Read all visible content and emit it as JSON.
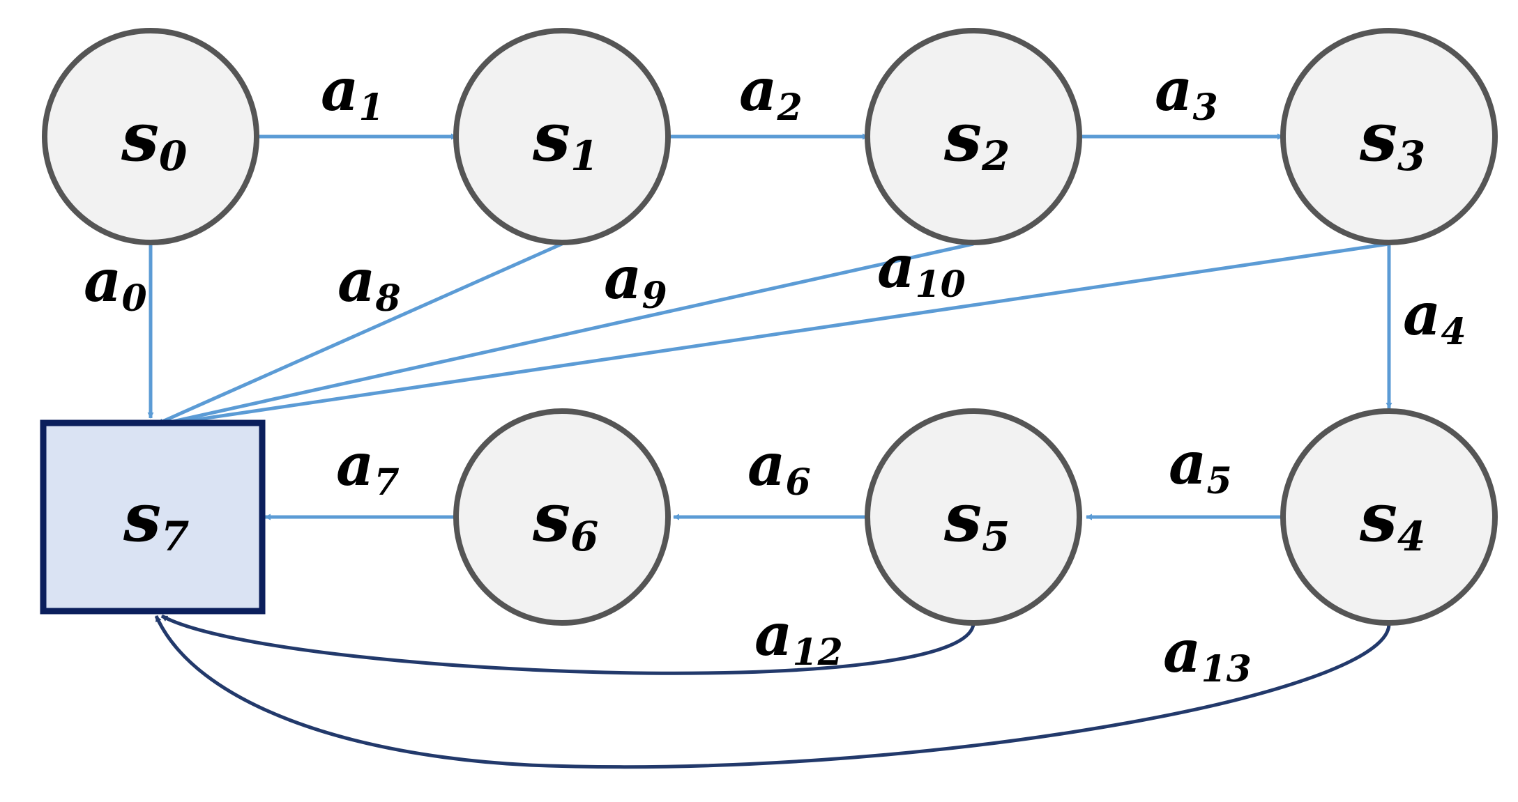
{
  "colors": {
    "edge_straight": "#5b9bd5",
    "edge_curved": "#22396b",
    "node_fill": "#f2f2f2",
    "node_stroke": "#555555",
    "terminal_fill": "#dae3f3",
    "terminal_stroke": "#0b1f5c",
    "text": "#000000"
  },
  "nodes": [
    {
      "id": "s0",
      "letter": "s",
      "sub": "0",
      "shape": "circle"
    },
    {
      "id": "s1",
      "letter": "s",
      "sub": "1",
      "shape": "circle"
    },
    {
      "id": "s2",
      "letter": "s",
      "sub": "2",
      "shape": "circle"
    },
    {
      "id": "s3",
      "letter": "s",
      "sub": "3",
      "shape": "circle"
    },
    {
      "id": "s4",
      "letter": "s",
      "sub": "4",
      "shape": "circle"
    },
    {
      "id": "s5",
      "letter": "s",
      "sub": "5",
      "shape": "circle"
    },
    {
      "id": "s6",
      "letter": "s",
      "sub": "6",
      "shape": "circle"
    },
    {
      "id": "s7",
      "letter": "s",
      "sub": "7",
      "shape": "square"
    }
  ],
  "edges": [
    {
      "id": "a0",
      "from": "s0",
      "to": "s7",
      "letter": "a",
      "sub": "0"
    },
    {
      "id": "a1",
      "from": "s0",
      "to": "s1",
      "letter": "a",
      "sub": "1"
    },
    {
      "id": "a2",
      "from": "s1",
      "to": "s2",
      "letter": "a",
      "sub": "2"
    },
    {
      "id": "a3",
      "from": "s2",
      "to": "s3",
      "letter": "a",
      "sub": "3"
    },
    {
      "id": "a4",
      "from": "s3",
      "to": "s4",
      "letter": "a",
      "sub": "4"
    },
    {
      "id": "a5",
      "from": "s4",
      "to": "s5",
      "letter": "a",
      "sub": "5"
    },
    {
      "id": "a6",
      "from": "s5",
      "to": "s6",
      "letter": "a",
      "sub": "6"
    },
    {
      "id": "a7",
      "from": "s6",
      "to": "s7",
      "letter": "a",
      "sub": "7"
    },
    {
      "id": "a8",
      "from": "s1",
      "to": "s7",
      "letter": "a",
      "sub": "8"
    },
    {
      "id": "a9",
      "from": "s2",
      "to": "s7",
      "letter": "a",
      "sub": "9"
    },
    {
      "id": "a10",
      "from": "s3",
      "to": "s7",
      "letter": "a",
      "sub": "10"
    },
    {
      "id": "a12",
      "from": "s5",
      "to": "s7",
      "letter": "a",
      "sub": "12"
    },
    {
      "id": "a13",
      "from": "s4",
      "to": "s7",
      "letter": "a",
      "sub": "13"
    }
  ]
}
